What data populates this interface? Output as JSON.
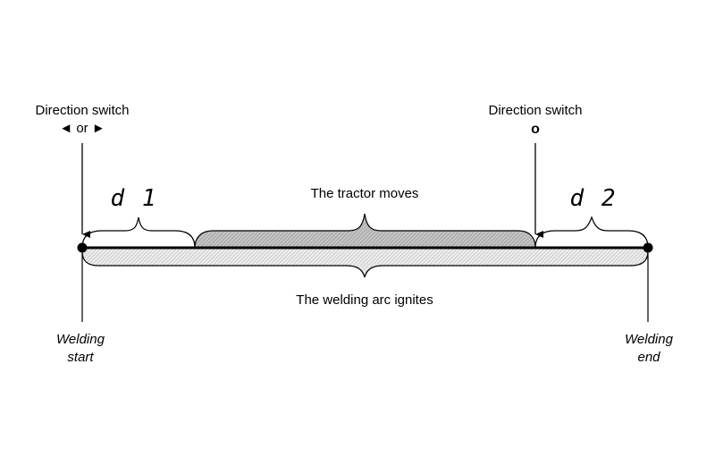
{
  "diagram": {
    "left_switch": {
      "title": "Direction switch",
      "symbols": "◄ or ►"
    },
    "right_switch": {
      "title": "Direction switch",
      "symbol": "o"
    },
    "labels": {
      "d1": "d 1",
      "d2": "d 2",
      "tractor_moves": "The tractor moves",
      "arc_ignites": "The welding arc ignites"
    },
    "start": {
      "line1": "Welding",
      "line2": "start"
    },
    "end": {
      "line1": "Welding",
      "line2": "end"
    },
    "colors": {
      "line": "#000000",
      "fill_tractor": "#b8b8b8",
      "fill_arc": "#e2e2e2"
    }
  }
}
